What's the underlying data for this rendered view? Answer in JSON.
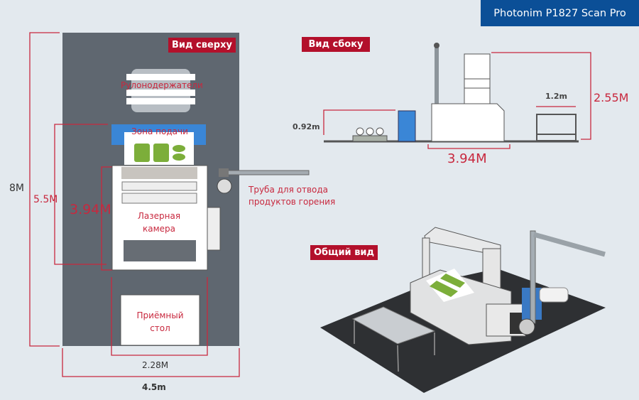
{
  "header": {
    "title": "Photonim P1827 Scan Pro"
  },
  "top_view": {
    "badge": "Вид сверху",
    "roll_holders": "Рулонодержатели",
    "feed_zone": "Зона подачи",
    "laser_camera": "Лазерная камера",
    "receiving_table": "Приёмный стол",
    "dim_total_length": "8M",
    "dim_machine_length": "5.5M",
    "dim_laser_length": "3.94M",
    "dim_machine_width": "2.28M",
    "dim_total_width": "4.5m",
    "exhaust_pipe": "Труба для отвода продуктов горения"
  },
  "side_view": {
    "badge": "Вид сбоку",
    "dim_height_feed": "0.92m",
    "dim_table_width": "1.2m",
    "dim_height": "2.55M",
    "dim_length": "3.94M"
  },
  "general_view": {
    "badge": "Общий вид"
  },
  "colors": {
    "title_bg": "#0b4f97",
    "badge_bg": "#b3102b",
    "dimension": "#c8283e",
    "floor": "#5f6770",
    "feed_zone": "#3a86d6",
    "fabric": "#7cae3a"
  }
}
